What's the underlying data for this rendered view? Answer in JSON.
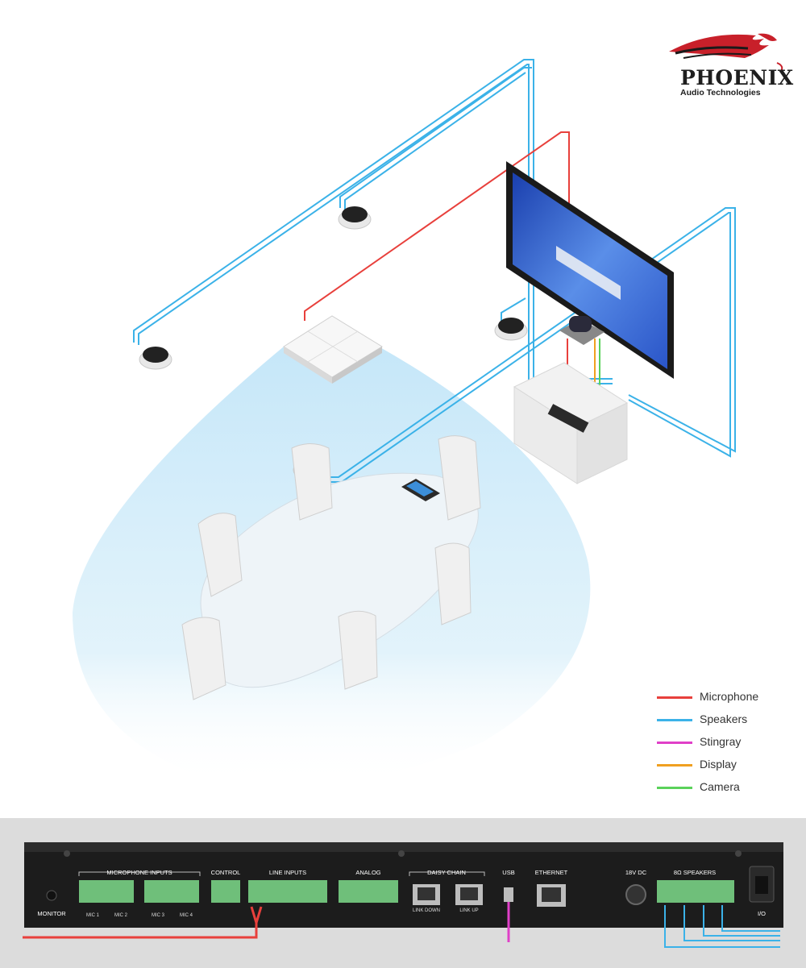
{
  "logo": {
    "brand": "PHOENIX",
    "subtitle": "Audio Technologies"
  },
  "legend": [
    {
      "label": "Microphone",
      "color": "#e8403c"
    },
    {
      "label": "Speakers",
      "color": "#3bb2e8"
    },
    {
      "label": "Stingray",
      "color": "#e040c8"
    },
    {
      "label": "Display",
      "color": "#f0a020"
    },
    {
      "label": "Camera",
      "color": "#5ad25a"
    }
  ],
  "device": {
    "monitor": "MONITOR",
    "microphone_inputs": "MICROPHONE INPUTS",
    "mic1": "MIC 1",
    "mic2": "MIC 2",
    "mic3": "MIC 3",
    "mic4": "MIC 4",
    "control": "CONTROL",
    "line_inputs": "LINE INPUTS",
    "analog": "ANALOG",
    "daisy_chain": "DAISY CHAIN",
    "link_down": "LINK DOWN",
    "link_up": "LINK UP",
    "usb": "USB",
    "ethernet": "ETHERNET",
    "dc": "18V DC",
    "speakers": "8Ω SPEAKERS",
    "power": "I/O"
  }
}
